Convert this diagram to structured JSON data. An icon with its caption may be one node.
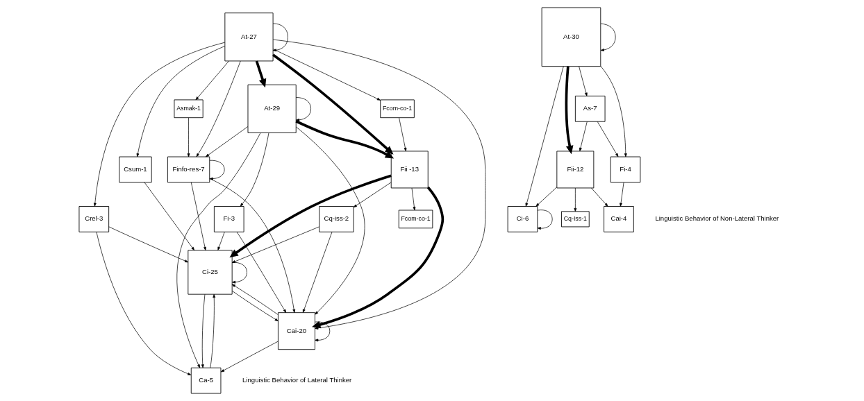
{
  "diagram": {
    "nodes": [
      {
        "text": [
          "At-27"
        ]
      },
      {
        "text": [
          "At-29"
        ]
      },
      {
        "text": [
          "Fcom-co-1"
        ]
      },
      {
        "text": [
          "Fii -13"
        ]
      },
      {
        "text": [
          "Fcom-co-1"
        ]
      },
      {
        "text": [
          "Csum-1"
        ]
      },
      {
        "text": [
          "Finfo-res-7"
        ]
      },
      {
        "text": [
          "Asmak-1"
        ]
      },
      {
        "text": [
          "Crel-3"
        ]
      },
      {
        "text": [
          "Cq-iss-2"
        ]
      },
      {
        "text": [
          "Ci-25"
        ]
      },
      {
        "text": [
          "Ca-5"
        ]
      },
      {
        "text": [
          "Fi-3"
        ]
      },
      {
        "text": [
          "Cai-20"
        ]
      },
      {
        "text": [
          "At-30"
        ]
      },
      {
        "text": [
          "Ci-6"
        ]
      },
      {
        "text": [
          "Fii-12"
        ]
      },
      {
        "text": [
          "Cq-Iss-1"
        ]
      },
      {
        "text": [
          "Cai-4"
        ]
      },
      {
        "text": [
          "As-7"
        ]
      },
      {
        "text": [
          "Fi-4"
        ]
      }
    ],
    "edges": [
      {
        "from": 0,
        "to": 0,
        "arrow": "to"
      },
      {
        "from": 0,
        "to": 1,
        "arrow": "to",
        "style": "thick"
      },
      {
        "from": 0,
        "to": 5,
        "arrow": "to"
      },
      {
        "from": 0,
        "to": 3,
        "arrow": "to",
        "style": "thick"
      },
      {
        "from": 0,
        "to": 2,
        "arrow": "to"
      },
      {
        "from": 2,
        "to": 3,
        "arrow": "to"
      },
      {
        "from": 3,
        "to": 4,
        "arrow": "to"
      },
      {
        "from": 3,
        "to": 9,
        "arrow": "to"
      },
      {
        "from": 3,
        "to": 10,
        "arrow": "to",
        "style": "thick"
      },
      {
        "from": 3,
        "to": 13,
        "arrow": "to",
        "style": "thick"
      },
      {
        "from": 1,
        "to": 3,
        "arrow": "to",
        "style": "thick"
      },
      {
        "from": 1,
        "to": 1,
        "arrow": "to"
      },
      {
        "from": 1,
        "to": 6,
        "arrow": "to"
      },
      {
        "from": 1,
        "to": 12,
        "arrow": "to"
      },
      {
        "from": 1,
        "to": 13,
        "arrow": "to"
      },
      {
        "from": 1,
        "to": 11,
        "arrow": "to"
      },
      {
        "from": 0,
        "to": 7,
        "arrow": "to"
      },
      {
        "from": 0,
        "to": 6,
        "arrow": "to"
      },
      {
        "from": 7,
        "to": 6,
        "arrow": "to"
      },
      {
        "from": 6,
        "to": 6,
        "arrow": "to"
      },
      {
        "from": 6,
        "to": 10,
        "arrow": "to"
      },
      {
        "from": 6,
        "to": 13,
        "arrow": "to"
      },
      {
        "from": 12,
        "to": 10,
        "arrow": "to"
      },
      {
        "from": 12,
        "to": 13,
        "arrow": "to"
      },
      {
        "from": 10,
        "to": 10,
        "arrow": "to"
      },
      {
        "from": 5,
        "to": 10,
        "arrow": "to"
      },
      {
        "from": 9,
        "to": 10,
        "arrow": "to"
      },
      {
        "from": 9,
        "to": 13,
        "arrow": "to"
      },
      {
        "from": 8,
        "to": 10,
        "arrow": "to"
      },
      {
        "from": 8,
        "to": 11,
        "arrow": "to"
      },
      {
        "from": 0,
        "to": 8,
        "arrow": "to"
      },
      {
        "from": 11,
        "to": 10,
        "arrow": "to"
      },
      {
        "from": 10,
        "to": 11,
        "arrow": "to"
      },
      {
        "from": 10,
        "to": 13,
        "arrow": "to"
      },
      {
        "from": 13,
        "to": 10,
        "arrow": "to"
      },
      {
        "from": 13,
        "to": 11,
        "arrow": "to"
      },
      {
        "from": 13,
        "to": 13,
        "arrow": "to"
      },
      {
        "from": 0,
        "to": 13,
        "arrow": "to"
      },
      {
        "from": 14,
        "to": 14,
        "arrow": "to"
      },
      {
        "from": 14,
        "to": 15,
        "arrow": "to"
      },
      {
        "from": 14,
        "to": 16,
        "arrow": "to",
        "style": "thick"
      },
      {
        "from": 14,
        "to": 19,
        "arrow": "to"
      },
      {
        "from": 14,
        "to": 20,
        "arrow": "to"
      },
      {
        "from": 16,
        "to": 15,
        "arrow": "to"
      },
      {
        "from": 15,
        "to": 15,
        "arrow": "to"
      },
      {
        "from": 16,
        "to": 17,
        "arrow": "to"
      },
      {
        "from": 16,
        "to": 18,
        "arrow": "to"
      },
      {
        "from": 19,
        "to": 16,
        "arrow": "to"
      },
      {
        "from": 19,
        "to": 20,
        "arrow": "to"
      },
      {
        "from": 20,
        "to": 18,
        "arrow": "to"
      }
    ],
    "labels": [
      "Linguistic Behavior of Lateral Thinker",
      "Linguistic Behavior of Non-Lateral Thinker"
    ]
  }
}
